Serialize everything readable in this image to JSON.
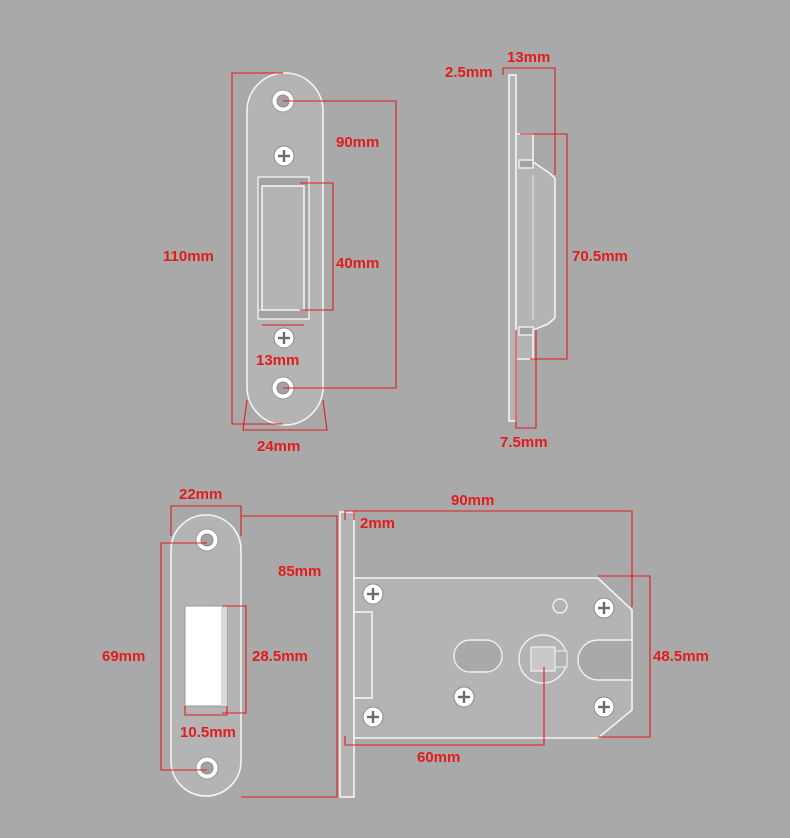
{
  "diagram": {
    "background_color": "#a9a9a9",
    "dimension_color": "#e31b1b",
    "part_color": "#b4b4b4",
    "strike_plate_front": {
      "height": "110mm",
      "hole_spacing": "90mm",
      "opening_height": "40mm",
      "opening_gap": "13mm",
      "width": "24mm"
    },
    "strike_plate_side": {
      "thickness": "2.5mm",
      "depth": "13mm",
      "box_height": "70.5mm",
      "box_width": "7.5mm"
    },
    "faceplate_front": {
      "width": "22mm",
      "height": "69mm",
      "latch_height": "28.5mm",
      "latch_width": "10.5mm"
    },
    "lock_body_side": {
      "depth": "90mm",
      "faceplate_thickness": "2mm",
      "faceplate_height": "85mm",
      "body_height": "48.5mm",
      "backset": "60mm"
    }
  }
}
